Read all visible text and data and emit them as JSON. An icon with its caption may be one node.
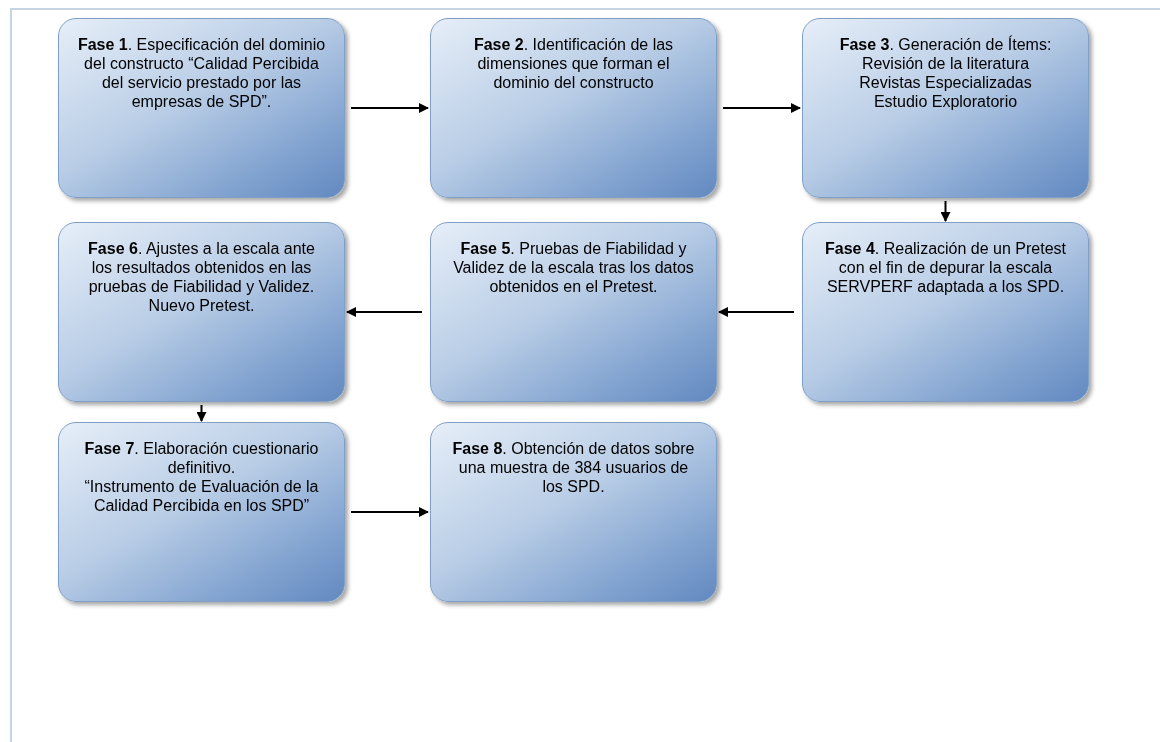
{
  "diagram": {
    "nodes": [
      {
        "text": [
          "**Fase 1**. Especificación del dominio del constructo “Calidad Percibida del servicio prestado por las empresas de SPD”."
        ]
      },
      {
        "text": [
          "**Fase 2**. Identificación de las dimensiones que forman el dominio del constructo"
        ]
      },
      {
        "text": [
          "**Fase 3**. Generación de Ítems:",
          "Revisión de la literatura",
          "Revistas Especializadas",
          "Estudio Exploratorio"
        ]
      },
      {
        "text": [
          "**Fase 4**. Realización de un Pretest con el fin de depurar la escala SERVPERF adaptada a los SPD."
        ]
      },
      {
        "text": [
          "**Fase 5**. Pruebas de Fiabilidad y Validez de la escala tras los datos obtenidos en el Pretest."
        ]
      },
      {
        "text": [
          "**Fase 6**. Ajustes a la escala ante los resultados obtenidos en las pruebas de Fiabilidad y Validez.",
          "Nuevo Pretest."
        ]
      },
      {
        "text": [
          "**Fase 7**. Elaboración cuestionario definitivo.",
          "“Instrumento de Evaluación de la Calidad Percibida en los SPD”"
        ]
      },
      {
        "text": [
          "**Fase 8**. Obtención de datos sobre una muestra de 384 usuarios de los SPD."
        ]
      }
    ],
    "edges": [
      {
        "from": 0,
        "to": 1,
        "arrow": "to"
      },
      {
        "from": 1,
        "to": 2,
        "arrow": "to"
      },
      {
        "from": 2,
        "to": 3,
        "arrow": "to"
      },
      {
        "from": 3,
        "to": 4,
        "arrow": "to"
      },
      {
        "from": 4,
        "to": 5,
        "arrow": "to"
      },
      {
        "from": 5,
        "to": 6,
        "arrow": "to"
      },
      {
        "from": 6,
        "to": 7,
        "arrow": "to"
      }
    ]
  }
}
